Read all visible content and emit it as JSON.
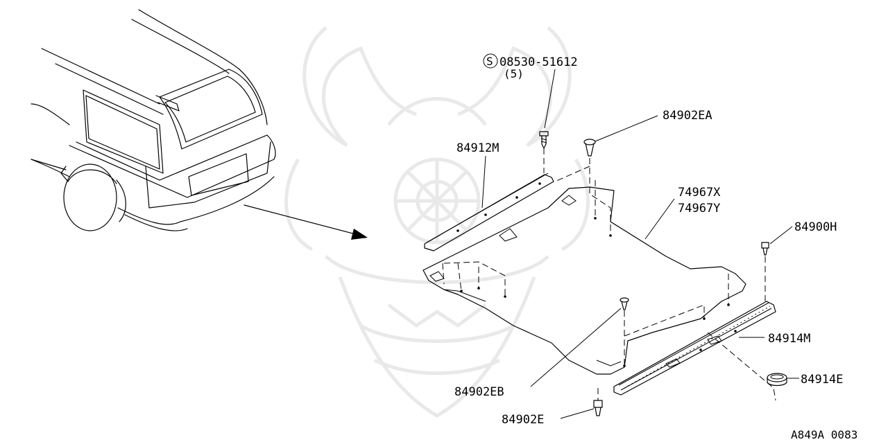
{
  "diagram": {
    "callouts": {
      "screw": {
        "part": "08530-51612",
        "qty": "(5)",
        "symbol": "S"
      },
      "clip_top": {
        "part": "84902EA"
      },
      "rail_left": {
        "part": "84912M"
      },
      "board_x": {
        "part": "74967X"
      },
      "board_y": {
        "part": "74967Y"
      },
      "clip_right": {
        "part": "84900H"
      },
      "rail_right": {
        "part": "84914M"
      },
      "cap": {
        "part": "84914E"
      },
      "clip_mid": {
        "part": "84902EB"
      },
      "clip_bottom": {
        "part": "84902E"
      }
    },
    "diagram_code": "A849A 0083"
  },
  "colors": {
    "line": "#000000",
    "background": "#ffffff",
    "watermark": "#e9e9e9"
  }
}
